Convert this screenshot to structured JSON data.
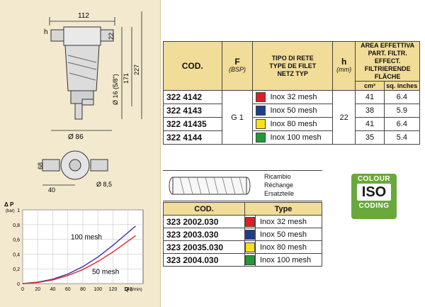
{
  "dims": {
    "width_top": "112",
    "h_label": "h",
    "dim_22": "22",
    "dim_171": "171",
    "dim_227": "227",
    "thread": "Ø 16 (5/8\")",
    "dim_86": "Ø 86",
    "dim_68": "68",
    "dim_40": "40",
    "dim_85": "Ø 8,5"
  },
  "main_table": {
    "headers": {
      "cod": "COD.",
      "f": "F",
      "f_sub": "(BSP)",
      "tipo_1": "TIPO DI RETE",
      "tipo_2": "TYPE DE FILET",
      "tipo_3": "NETZ TYP",
      "h": "h",
      "h_sub": "(mm)",
      "area_1": "AREA EFFETTIVA",
      "area_2": "PART. FILTR. EFFECT.",
      "area_3": "FILTRIERENDE FLÄCHE",
      "cm2": "cm²",
      "sqin": "sq. inches"
    },
    "f_value": "G 1",
    "h_value": "22",
    "rows": [
      {
        "code": "322 4142",
        "mesh": "Inox 32 mesh",
        "color": "#e21c25",
        "cm2": "41",
        "sqin": "6.4"
      },
      {
        "code": "322 4143",
        "mesh": "Inox 50 mesh",
        "color": "#1f3d8c",
        "cm2": "38",
        "sqin": "5.9"
      },
      {
        "code": "322 41435",
        "mesh": "Inox 80 mesh",
        "color": "#f7e21a",
        "cm2": "41",
        "sqin": "6.4"
      },
      {
        "code": "322 4144",
        "mesh": "Inox 100 mesh",
        "color": "#1e9a3b",
        "cm2": "35",
        "sqin": "5.4"
      }
    ]
  },
  "spares": {
    "caption_1": "Ricambio",
    "caption_2": "Réchange",
    "caption_3": "Ersatzteile",
    "header_cod": "COD.",
    "header_type": "Type",
    "rows": [
      {
        "code": "323 2002.030",
        "color": "#e21c25",
        "type": "Inox 32 mesh"
      },
      {
        "code": "323 2003.030",
        "color": "#1f3d8c",
        "type": "Inox 50 mesh"
      },
      {
        "code": "323 20035.030",
        "color": "#f7e21a",
        "type": "Inox 80 mesh"
      },
      {
        "code": "323 2004.030",
        "color": "#1e9a3b",
        "type": "Inox 100 mesh"
      }
    ]
  },
  "iso": {
    "top": "COLOUR",
    "mid": "ISO",
    "bottom": "CODING"
  },
  "chart_data": {
    "type": "line",
    "ylabel": "Δ P",
    "yunit": "(bar)",
    "xlabel": "Q",
    "xunit": "(l/min)",
    "xlim": [
      0,
      160
    ],
    "ylim": [
      0,
      1.0
    ],
    "x_ticks": [
      "0",
      "20",
      "40",
      "60",
      "80",
      "100",
      "120",
      "140"
    ],
    "y_ticks": [
      "0",
      "0,2",
      "0,4",
      "0,6",
      "0,8",
      "1"
    ],
    "series": [
      {
        "name": "100 mesh",
        "color": "#3a2db5",
        "x": [
          0,
          20,
          40,
          60,
          80,
          100,
          120,
          150
        ],
        "y": [
          0,
          0.02,
          0.06,
          0.13,
          0.23,
          0.36,
          0.52,
          0.78
        ]
      },
      {
        "name": "50 mesh",
        "color": "#e0262a",
        "x": [
          0,
          20,
          40,
          60,
          80,
          100,
          120,
          150
        ],
        "y": [
          0,
          0.015,
          0.05,
          0.11,
          0.19,
          0.3,
          0.43,
          0.65
        ]
      }
    ]
  }
}
